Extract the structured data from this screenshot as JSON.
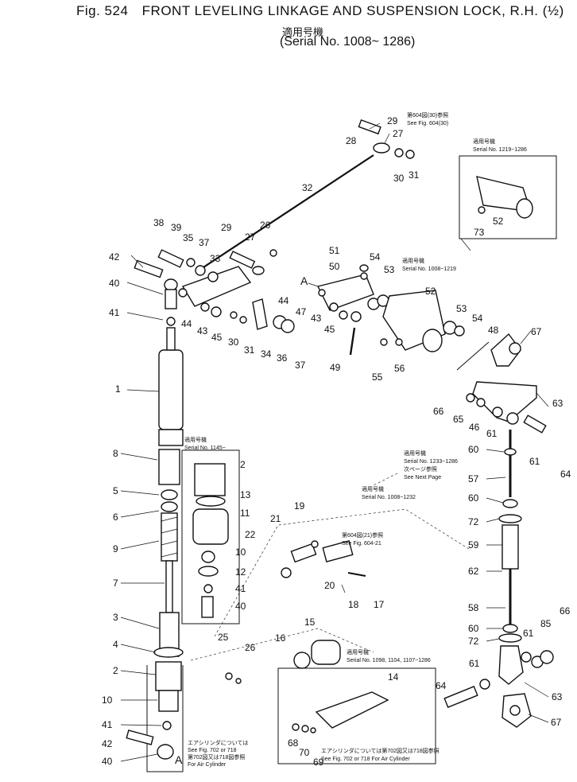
{
  "figure": {
    "number": "Fig. 524",
    "title": "FRONT LEVELING LINKAGE AND SUSPENSION LOCK, R.H. (½)",
    "applicability_label": "適用号機",
    "serial_range": "Serial No. 1008~ 1286"
  },
  "notes": {
    "fig604_30_jp": "第604図(30)参照",
    "fig604_30": "See Fig. 604(30)",
    "serial_1219_1286_jp": "適用号機",
    "serial_1219_1286": "Serial No. 1219~1286",
    "serial_1008_1219_jp": "適用号機",
    "serial_1008_1219": "Serial No. 1008~1219",
    "serial_1145_jp": "適用号機",
    "serial_1145": "Serial No. 1145~",
    "serial_1233_1286_jp": "適用号機",
    "serial_1233_1286": "Serial No. 1233~1286",
    "next_page_jp": "次ページ参照",
    "next_page": "See Next Page",
    "serial_1008_1232_jp": "適用号機",
    "serial_1008_1232": "Serial No. 1008~1232",
    "fig604_21_jp": "第604図(21)参照",
    "fig604_21": "See Fig. 604-21",
    "serial_1098_jp": "適用号機",
    "serial_1098": "Serial No. 1098, 1104, 1107~1286",
    "air_cyl_left_jp": "エアシリンダについては",
    "air_cyl_left_1": "See Fig. 702 or 718",
    "air_cyl_left_2": "第702図又は718図参照",
    "air_cyl_left_3": "For Air Cylinder",
    "air_cyl_right_jp": "エアシリンダについては第702図又は718図参照",
    "air_cyl_right": "See Fig. 702 or 718 For Air Cylinder"
  },
  "reference_letter": "A",
  "callouts": [
    {
      "id": "c29a",
      "text": "29"
    },
    {
      "id": "c27a",
      "text": "27"
    },
    {
      "id": "c28a",
      "text": "28"
    },
    {
      "id": "c30a",
      "text": "30"
    },
    {
      "id": "c31a",
      "text": "31"
    },
    {
      "id": "c32",
      "text": "32"
    },
    {
      "id": "c52a",
      "text": "52"
    },
    {
      "id": "c73",
      "text": "73"
    },
    {
      "id": "c38",
      "text": "38"
    },
    {
      "id": "c39",
      "text": "39"
    },
    {
      "id": "c35",
      "text": "35"
    },
    {
      "id": "c37a",
      "text": "37"
    },
    {
      "id": "c29b",
      "text": "29"
    },
    {
      "id": "c27b",
      "text": "27"
    },
    {
      "id": "c26a",
      "text": "26"
    },
    {
      "id": "c33",
      "text": "33"
    },
    {
      "id": "c42a",
      "text": "42"
    },
    {
      "id": "c40a",
      "text": "40"
    },
    {
      "id": "c41a",
      "text": "41"
    },
    {
      "id": "c44a",
      "text": "44"
    },
    {
      "id": "c43a",
      "text": "43"
    },
    {
      "id": "c45a",
      "text": "45"
    },
    {
      "id": "c30b",
      "text": "30"
    },
    {
      "id": "c31b",
      "text": "31"
    },
    {
      "id": "c34",
      "text": "34"
    },
    {
      "id": "c36",
      "text": "36"
    },
    {
      "id": "c37b",
      "text": "37"
    },
    {
      "id": "c51",
      "text": "51"
    },
    {
      "id": "c50",
      "text": "50"
    },
    {
      "id": "c54a",
      "text": "54"
    },
    {
      "id": "c53a",
      "text": "53"
    },
    {
      "id": "c52b",
      "text": "52"
    },
    {
      "id": "c44b",
      "text": "44"
    },
    {
      "id": "c47",
      "text": "47"
    },
    {
      "id": "c43b",
      "text": "43"
    },
    {
      "id": "c45b",
      "text": "45"
    },
    {
      "id": "c49",
      "text": "49"
    },
    {
      "id": "c55",
      "text": "55"
    },
    {
      "id": "c56",
      "text": "56"
    },
    {
      "id": "c53b",
      "text": "53"
    },
    {
      "id": "c54b",
      "text": "54"
    },
    {
      "id": "c48",
      "text": "48"
    },
    {
      "id": "c67a",
      "text": "67"
    },
    {
      "id": "c1",
      "text": "1"
    },
    {
      "id": "c66a",
      "text": "66"
    },
    {
      "id": "c65",
      "text": "65"
    },
    {
      "id": "c46",
      "text": "46"
    },
    {
      "id": "c61a",
      "text": "61"
    },
    {
      "id": "c63a",
      "text": "63"
    },
    {
      "id": "c61b",
      "text": "61"
    },
    {
      "id": "c64a",
      "text": "64"
    },
    {
      "id": "c8",
      "text": "8"
    },
    {
      "id": "c2a",
      "text": "2"
    },
    {
      "id": "c13",
      "text": "13"
    },
    {
      "id": "c11",
      "text": "11"
    },
    {
      "id": "c5",
      "text": "5"
    },
    {
      "id": "c6",
      "text": "6"
    },
    {
      "id": "c9",
      "text": "9"
    },
    {
      "id": "c10a",
      "text": "10"
    },
    {
      "id": "c12",
      "text": "12"
    },
    {
      "id": "c41b",
      "text": "41"
    },
    {
      "id": "c40b",
      "text": "40"
    },
    {
      "id": "c7",
      "text": "7"
    },
    {
      "id": "c60a",
      "text": "60"
    },
    {
      "id": "c57",
      "text": "57"
    },
    {
      "id": "c60b",
      "text": "60"
    },
    {
      "id": "c72a",
      "text": "72"
    },
    {
      "id": "c59",
      "text": "59"
    },
    {
      "id": "c62",
      "text": "62"
    },
    {
      "id": "c58",
      "text": "58"
    },
    {
      "id": "c60c",
      "text": "60"
    },
    {
      "id": "c72b",
      "text": "72"
    },
    {
      "id": "c61c",
      "text": "61"
    },
    {
      "id": "c85",
      "text": "85"
    },
    {
      "id": "c66b",
      "text": "66"
    },
    {
      "id": "c61d",
      "text": "61"
    },
    {
      "id": "c63b",
      "text": "63"
    },
    {
      "id": "c64b",
      "text": "64"
    },
    {
      "id": "c67b",
      "text": "67"
    },
    {
      "id": "c19",
      "text": "19"
    },
    {
      "id": "c21",
      "text": "21"
    },
    {
      "id": "c22",
      "text": "22"
    },
    {
      "id": "c20",
      "text": "20"
    },
    {
      "id": "c18",
      "text": "18"
    },
    {
      "id": "c17",
      "text": "17"
    },
    {
      "id": "c3",
      "text": "3"
    },
    {
      "id": "c4",
      "text": "4"
    },
    {
      "id": "c2b",
      "text": "2"
    },
    {
      "id": "c10b",
      "text": "10"
    },
    {
      "id": "c41c",
      "text": "41"
    },
    {
      "id": "c42b",
      "text": "42"
    },
    {
      "id": "c40c",
      "text": "40"
    },
    {
      "id": "c25",
      "text": "25"
    },
    {
      "id": "c26b",
      "text": "26"
    },
    {
      "id": "c16",
      "text": "16"
    },
    {
      "id": "c15",
      "text": "15"
    },
    {
      "id": "c14",
      "text": "14"
    },
    {
      "id": "c68",
      "text": "68"
    },
    {
      "id": "c70",
      "text": "70"
    },
    {
      "id": "c69",
      "text": "69"
    }
  ]
}
